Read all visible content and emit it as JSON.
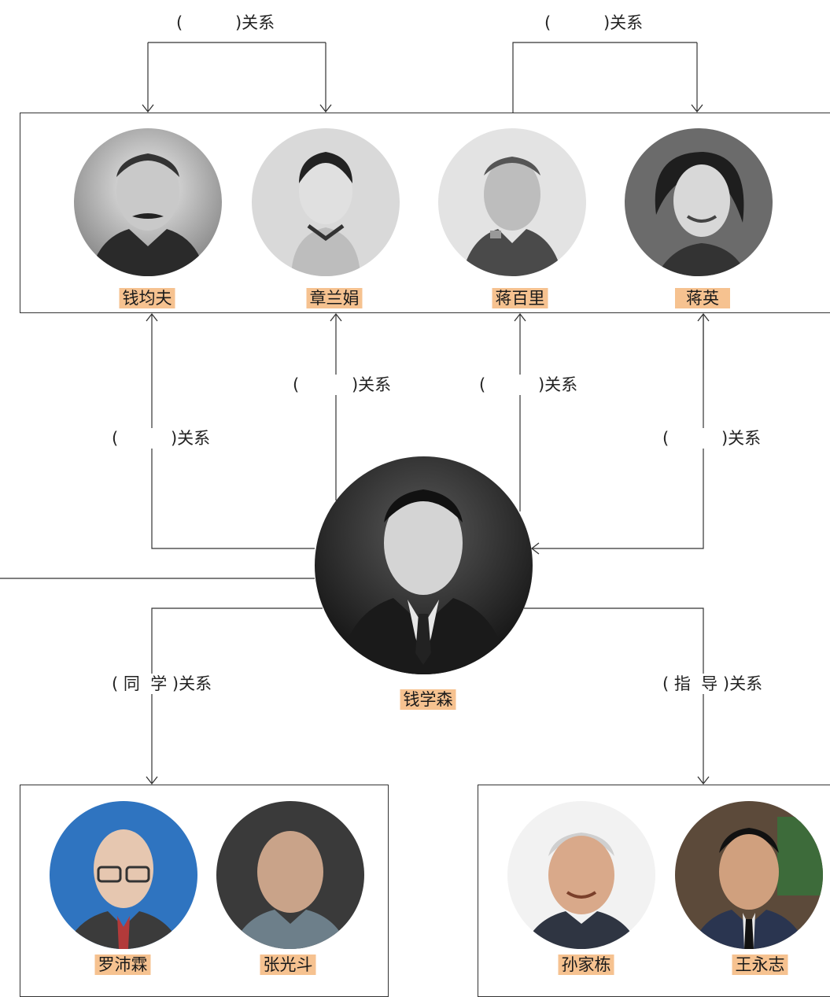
{
  "relations": {
    "top_left": "(          )关系",
    "top_right": "(          )关系",
    "qjf": "(          )关系",
    "zlj": "(          )关系",
    "jbl": "(          )关系",
    "jy": "(          )关系",
    "classmate": "( 同  学 )关系",
    "mentor": "( 指  导 )关系"
  },
  "people": {
    "center": {
      "name": "钱学森"
    },
    "family": [
      {
        "name": "钱均夫"
      },
      {
        "name": "章兰娟"
      },
      {
        "name": "蒋百里"
      },
      {
        "name": "蒋英"
      }
    ],
    "classmates": [
      {
        "name": "罗沛霖"
      },
      {
        "name": "张光斗"
      }
    ],
    "students": [
      {
        "name": "孙家栋"
      },
      {
        "name": "王永志"
      }
    ]
  },
  "colors": {
    "name_highlight": "#f6c290",
    "line": "#333333"
  }
}
